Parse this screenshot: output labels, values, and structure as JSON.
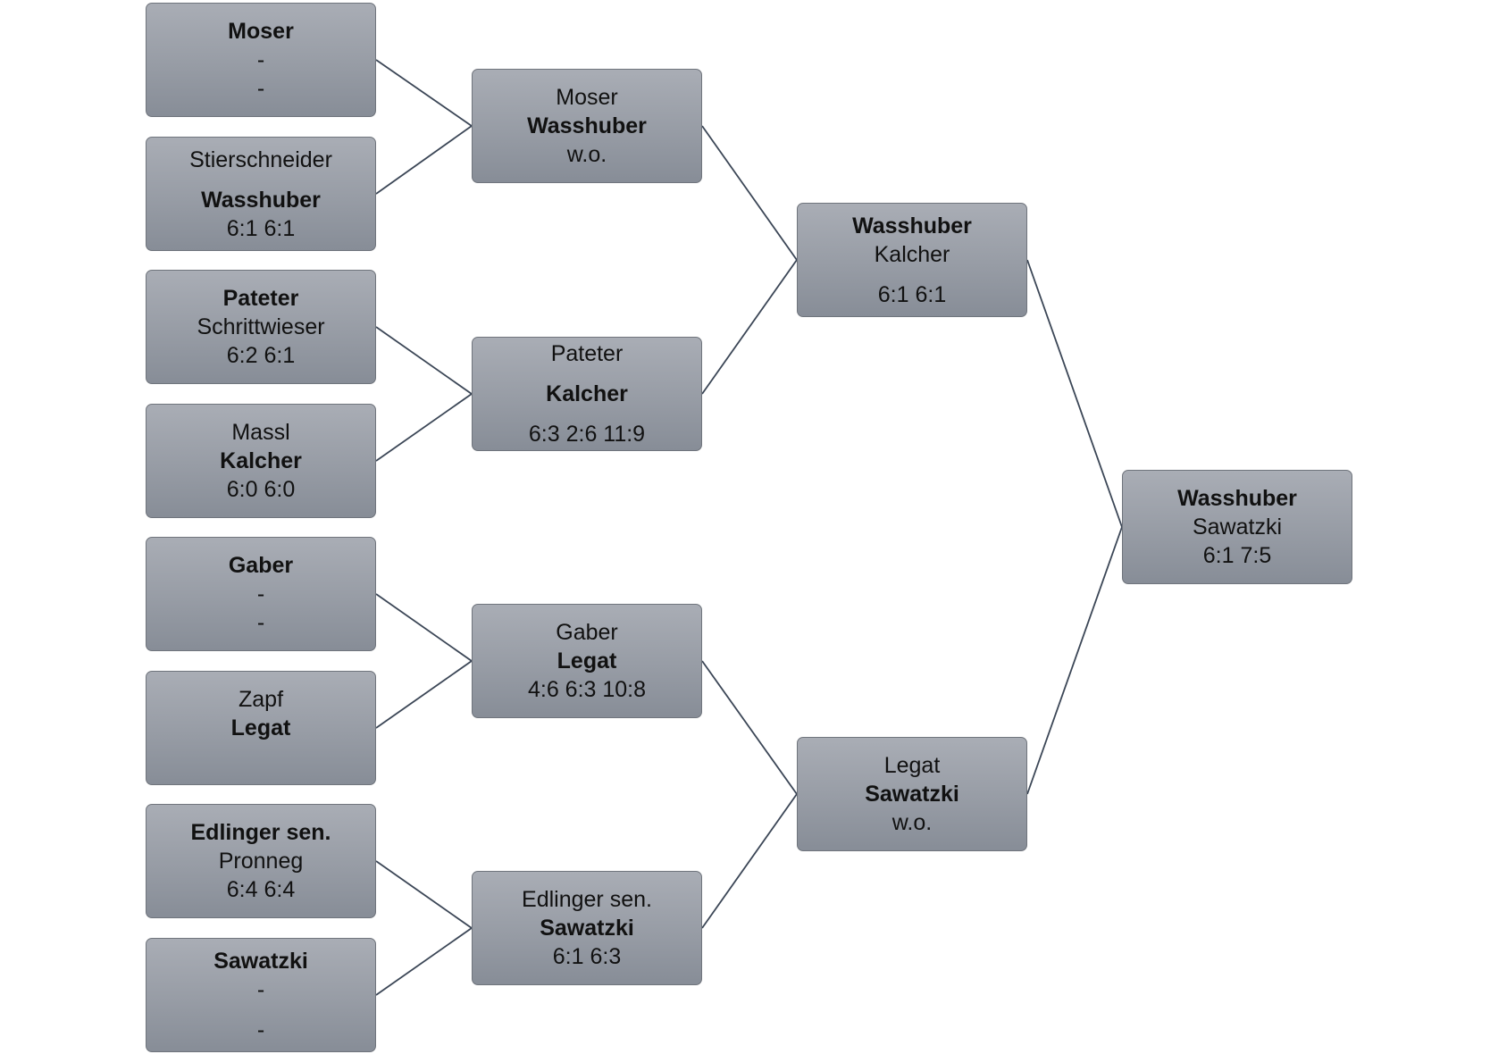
{
  "rounds": [
    {
      "matches": [
        {
          "lines": [
            {
              "text": "Moser",
              "bold": true
            },
            {
              "text": "-"
            },
            {
              "text": "-"
            }
          ]
        },
        {
          "lines": [
            {
              "text": "Stierschneider"
            },
            {
              "gap": true
            },
            {
              "text": "Wasshuber",
              "bold": true
            },
            {
              "text": "6:1 6:1"
            }
          ]
        },
        {
          "lines": [
            {
              "text": "Pateter",
              "bold": true
            },
            {
              "text": "Schrittwieser"
            },
            {
              "text": "6:2 6:1"
            }
          ]
        },
        {
          "lines": [
            {
              "text": "Massl"
            },
            {
              "text": "Kalcher",
              "bold": true
            },
            {
              "text": "6:0 6:0"
            }
          ]
        },
        {
          "lines": [
            {
              "text": "Gaber",
              "bold": true
            },
            {
              "text": "-"
            },
            {
              "text": "-"
            }
          ]
        },
        {
          "lines": [
            {
              "text": "Zapf"
            },
            {
              "text": "Legat",
              "bold": true
            },
            {
              "empty": true
            }
          ]
        },
        {
          "lines": [
            {
              "text": "Edlinger sen.",
              "bold": true
            },
            {
              "text": "Pronneg"
            },
            {
              "text": "6:4 6:4"
            }
          ]
        },
        {
          "lines": [
            {
              "text": "Sawatzki",
              "bold": true
            },
            {
              "text": "-"
            },
            {
              "gap": true
            },
            {
              "text": "-"
            }
          ]
        }
      ]
    },
    {
      "matches": [
        {
          "lines": [
            {
              "text": "Moser"
            },
            {
              "text": "Wasshuber",
              "bold": true
            },
            {
              "text": "w.o."
            }
          ]
        },
        {
          "lines": [
            {
              "text": "Pateter"
            },
            {
              "gap": true
            },
            {
              "text": "Kalcher",
              "bold": true
            },
            {
              "gap": true
            },
            {
              "text": "6:3 2:6 11:9"
            }
          ]
        },
        {
          "lines": [
            {
              "text": "Gaber"
            },
            {
              "text": "Legat",
              "bold": true
            },
            {
              "text": "4:6 6:3 10:8"
            }
          ]
        },
        {
          "lines": [
            {
              "text": "Edlinger sen."
            },
            {
              "text": "Sawatzki",
              "bold": true
            },
            {
              "text": "6:1 6:3"
            }
          ]
        }
      ]
    },
    {
      "matches": [
        {
          "lines": [
            {
              "text": "Wasshuber",
              "bold": true
            },
            {
              "text": "Kalcher"
            },
            {
              "gap": true
            },
            {
              "text": "6:1 6:1"
            }
          ]
        },
        {
          "lines": [
            {
              "text": "Legat"
            },
            {
              "text": "Sawatzki",
              "bold": true
            },
            {
              "text": "w.o."
            }
          ]
        }
      ]
    },
    {
      "matches": [
        {
          "lines": [
            {
              "text": "Wasshuber",
              "bold": true
            },
            {
              "text": "Sawatzki"
            },
            {
              "text": "6:1 7:5"
            }
          ]
        }
      ]
    }
  ]
}
